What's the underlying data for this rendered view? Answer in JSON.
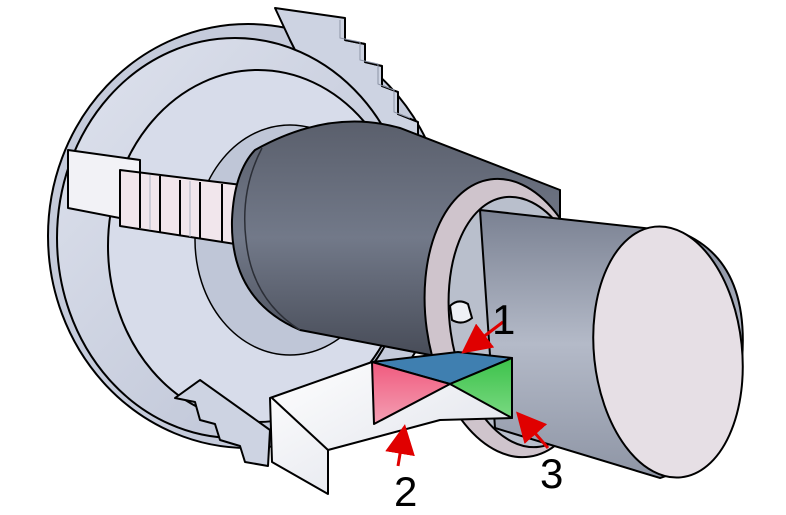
{
  "labels": [
    "1",
    "2",
    "3"
  ],
  "colors": {
    "outline": "#000000",
    "chuck_face": "#d6dbe8",
    "chuck_shade": "#bcc3d6",
    "chuck_rim": "#c9cfdd",
    "jaw_pink": "#f1e6ec",
    "cylinder_dark": "#4f5462",
    "cylinder_mid": "#707787",
    "workpiece_light": "#c0c6d2",
    "workpiece_end": "#e3dde3",
    "tool_white": "#f2f2f6",
    "face_blue": "#3f7fb0",
    "face_red": "#ee6a86",
    "face_green": "#42c84a",
    "arrow_red": "#e00000"
  }
}
